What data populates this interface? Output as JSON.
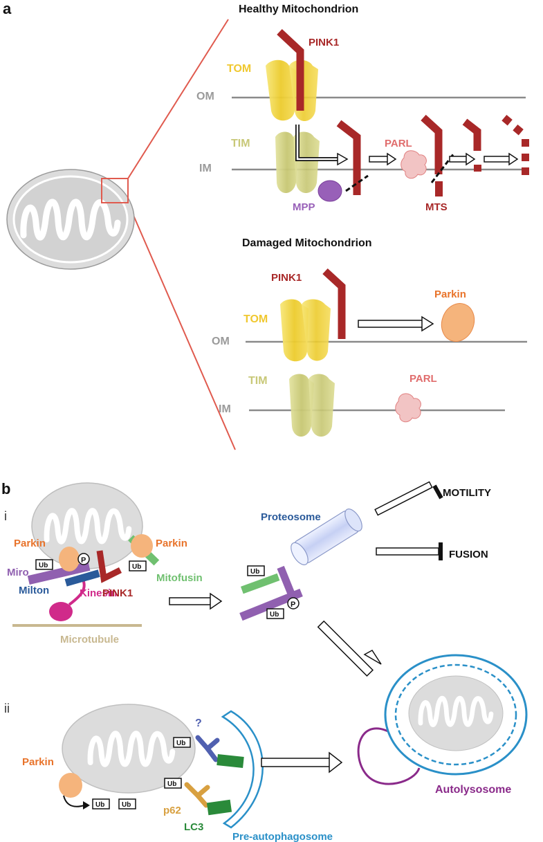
{
  "panel_a": {
    "letter": "a",
    "healthy_title": "Healthy Mitochondrion",
    "damaged_title": "Damaged Mitochondrion",
    "pink1": "PINK1",
    "tom": "TOM",
    "tim": "TIM",
    "om": "OM",
    "im": "IM",
    "parl": "PARL",
    "mpp": "MPP",
    "mts": "MTS",
    "parkin": "Parkin"
  },
  "panel_b": {
    "letter": "b",
    "roman_i": "i",
    "roman_ii": "ii",
    "parkin": "Parkin",
    "miro": "Miro",
    "milton": "Milton",
    "kinesin": "Kinesin",
    "microtubule": "Microtubule",
    "mitofusin": "Mitofusin",
    "pink1": "PINK1",
    "ub": "Ub",
    "p": "P",
    "proteosome": "Proteosome",
    "motility": "MOTILITY",
    "fusion": "FUSION",
    "autolysosome": "Autolysosome",
    "question": "?",
    "p62": "p62",
    "lc3": "LC3",
    "pre_autophagosome": "Pre-autophagosome"
  },
  "colors": {
    "pink1": "#a82828",
    "tom": "#f0d040",
    "tim": "#d2d480",
    "parl": "#f2c4c4",
    "parl_text": "#e06c6c",
    "mpp": "#9860b8",
    "parkin": "#f5b47c",
    "parkin_text": "#e8732a",
    "membrane": "#888888",
    "zoom": "#e05a4e",
    "miro": "#9060b0",
    "milton": "#2a5a9a",
    "kinesin": "#d02a8a",
    "microtubule": "#c8b890",
    "mitofusin": "#70c070",
    "proteosome": "#2a5a9a",
    "autolysosome": "#8a2a8a",
    "pre_autophagosome": "#2a90c8",
    "p62": "#d8a040",
    "lc3": "#2a8a3a",
    "question": "#5060b0"
  }
}
